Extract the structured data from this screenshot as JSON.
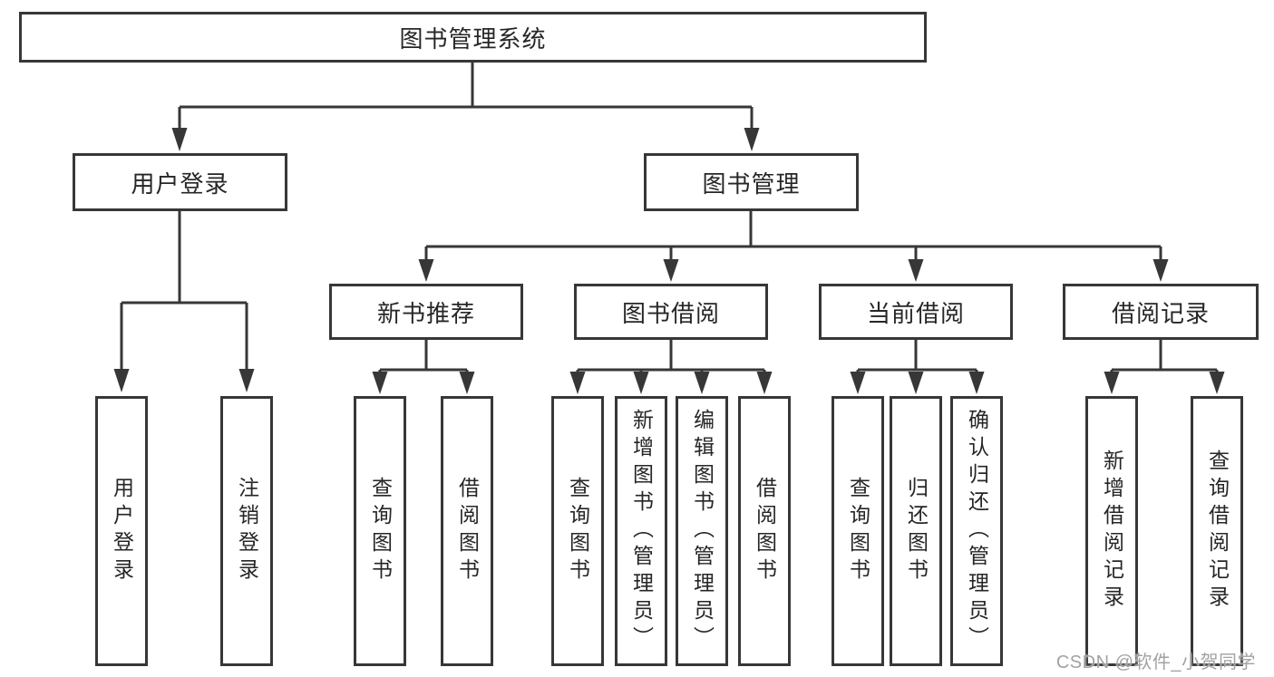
{
  "colors": {
    "line": "#373737",
    "box_border": "#373737",
    "text": "#262626",
    "watermark": "#a2a2a2",
    "background": "#ffffff"
  },
  "tree": {
    "root": {
      "label": "图书管理系统"
    },
    "children": [
      {
        "label": "用户登录",
        "children": [
          {
            "label": "用户登录"
          },
          {
            "label": "注销登录"
          }
        ]
      },
      {
        "label": "图书管理",
        "children": [
          {
            "label": "新书推荐",
            "children": [
              {
                "label": "查询图书"
              },
              {
                "label": "借阅图书"
              }
            ]
          },
          {
            "label": "图书借阅",
            "children": [
              {
                "label": "查询图书"
              },
              {
                "label": "新增图书（管理员）"
              },
              {
                "label": "编辑图书（管理员）"
              },
              {
                "label": "借阅图书"
              }
            ]
          },
          {
            "label": "当前借阅",
            "children": [
              {
                "label": "查询图书"
              },
              {
                "label": "归还图书"
              },
              {
                "label": "确认归还（管理员）"
              }
            ]
          },
          {
            "label": "借阅记录",
            "children": [
              {
                "label": "新增借阅记录"
              },
              {
                "label": "查询借阅记录"
              }
            ]
          }
        ]
      }
    ]
  },
  "watermark": {
    "text": "CSDN @软件_小贺同学"
  }
}
